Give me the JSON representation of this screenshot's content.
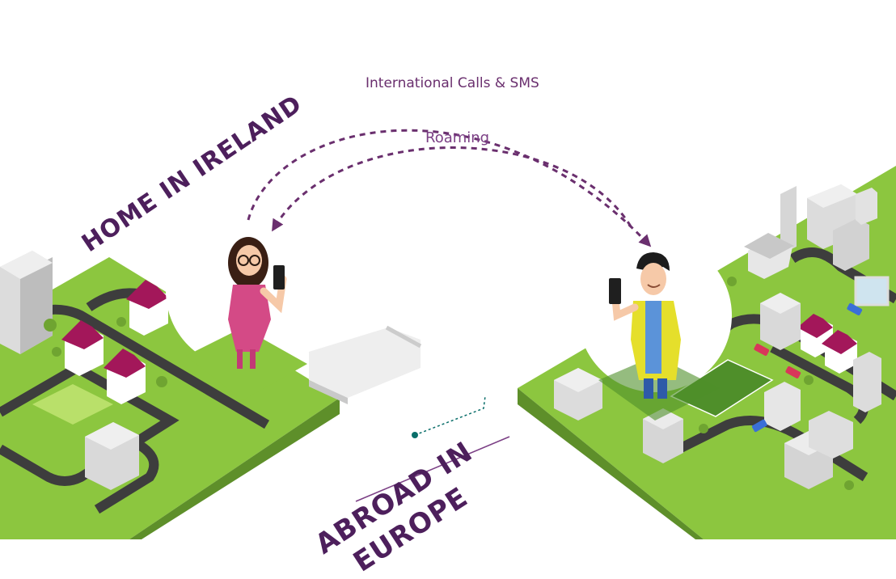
{
  "arc_labels": {
    "top": "International Calls & SMS",
    "bottom": "Roaming"
  },
  "regions": {
    "home": "HOME IN IRELAND",
    "abroad_line1": "ABROAD IN",
    "abroad_line2": "EUROPE"
  },
  "colors": {
    "grass": "#8cc63f",
    "grass_dark": "#6fa431",
    "road": "#3d3d3d",
    "roof": "#a3175a",
    "arrow": "#6a2f6e",
    "heading": "#4d1f5c",
    "woman_dress": "#d44a86",
    "man_jacket": "#e5df2b"
  },
  "icons": [
    "woman-with-phone",
    "man-with-phone",
    "dashed-arrow"
  ]
}
